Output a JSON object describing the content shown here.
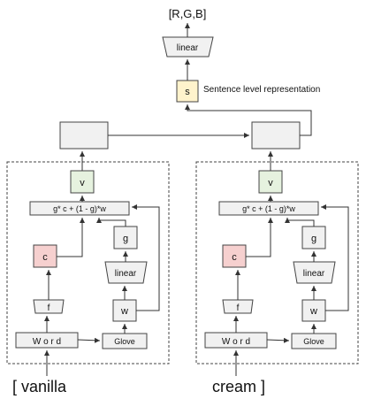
{
  "output": {
    "label": "[R,G,B]",
    "linear_label": "linear",
    "s_label": "s",
    "sentence_label": "Sentence level representation"
  },
  "columns": [
    {
      "v_label": "v",
      "gate_formula": "g* c  + (1 - g)*w",
      "g_label": "g",
      "c_label": "c",
      "linear_label": "linear",
      "f_label": "f",
      "w_label": "w",
      "word_label": "W o r d",
      "glove_label": "Glove",
      "input_word": "[  vanilla"
    },
    {
      "v_label": "v",
      "gate_formula": "g* c  + (1 - g)*w",
      "g_label": "g",
      "c_label": "c",
      "linear_label": "linear",
      "f_label": "f",
      "w_label": "w",
      "word_label": "W o r d",
      "glove_label": "Glove",
      "input_word": "cream    ]"
    }
  ]
}
